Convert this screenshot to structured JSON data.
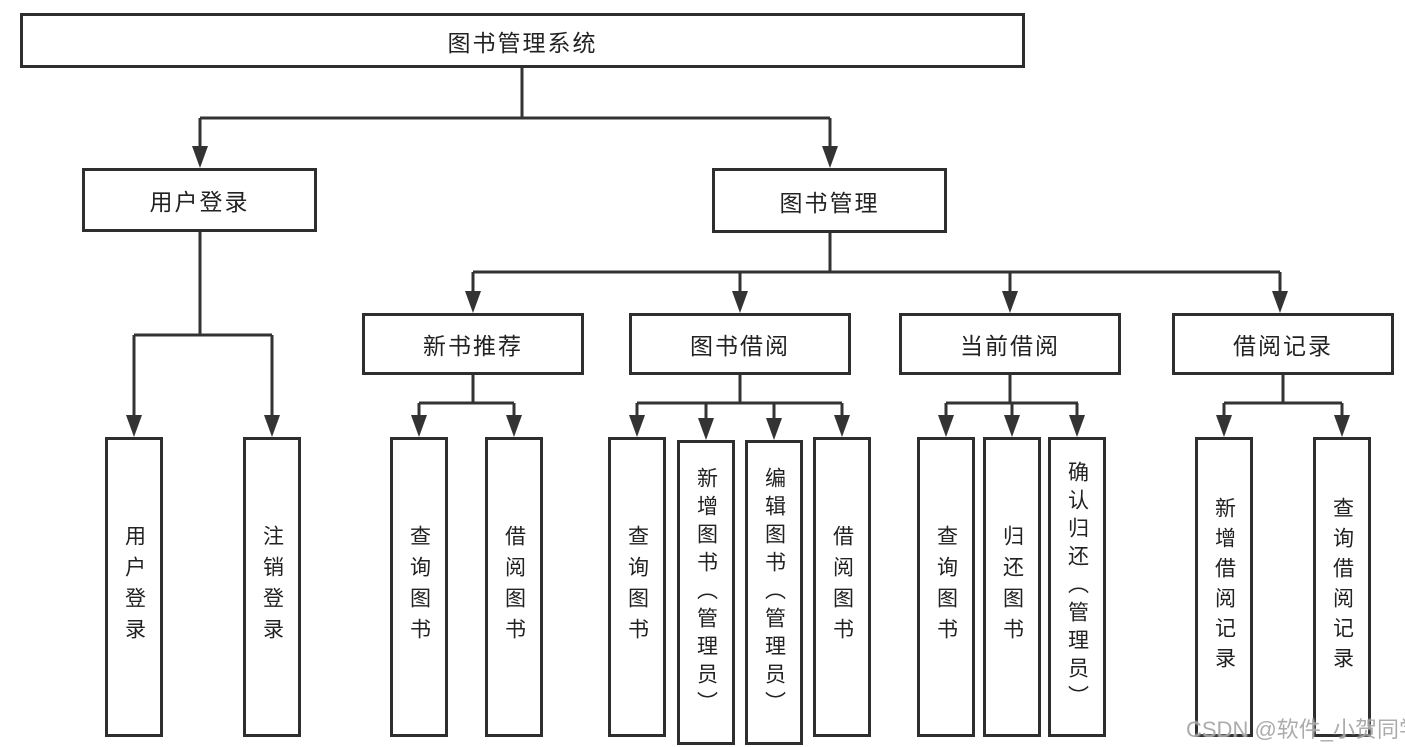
{
  "nodes": {
    "root": "图书管理系统",
    "user_login": "用户登录",
    "book_mgmt": "图书管理",
    "new_book_rec": "新书推荐",
    "book_borrow": "图书借阅",
    "current_borrow": "当前借阅",
    "borrow_records": "借阅记录",
    "ul_login": "用户登录",
    "ul_logout": "注销登录",
    "nbr_query": "查询图书",
    "nbr_borrow": "借阅图书",
    "bb_query": "查询图书",
    "bb_add": "新增图书（管理员）",
    "bb_edit": "编辑图书（管理员）",
    "bb_borrow": "借阅图书",
    "cb_query": "查询图书",
    "cb_return": "归还图书",
    "cb_confirm": "确认归还（管理员）",
    "br_add": "新增借阅记录",
    "br_query": "查询借阅记录"
  },
  "hierarchy": {
    "图书管理系统": {
      "用户登录": [
        "用户登录",
        "注销登录"
      ],
      "图书管理": {
        "新书推荐": [
          "查询图书",
          "借阅图书"
        ],
        "图书借阅": [
          "查询图书",
          "新增图书（管理员）",
          "编辑图书（管理员）",
          "借阅图书"
        ],
        "当前借阅": [
          "查询图书",
          "归还图书",
          "确认归还（管理员）"
        ],
        "借阅记录": [
          "新增借阅记录",
          "查询借阅记录"
        ]
      }
    }
  },
  "watermark": "CSDN @软件_小贺同学",
  "colors": {
    "background": "#ffffff",
    "box_border": "#2e2e2e",
    "line": "#333333",
    "text": "#222222",
    "watermark": "#9e9e9e"
  }
}
